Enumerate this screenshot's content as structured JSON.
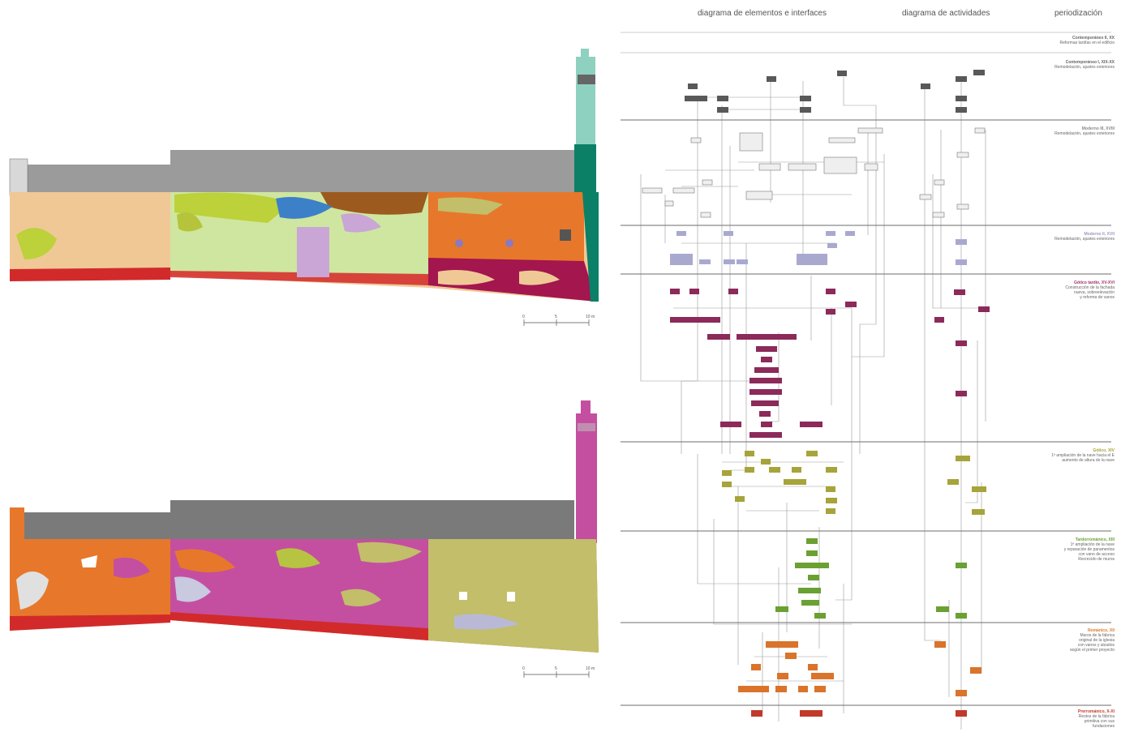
{
  "headers": {
    "elements": "diagrama de elementos e interfaces",
    "activities": "diagrama de actividades",
    "periods": "periodización"
  },
  "periods": [
    {
      "title": "Contemporáneo II, XX",
      "lines": [
        "Reformas tardías en el edificio"
      ],
      "color": "#666666"
    },
    {
      "title": "Contemporáneo I, XIX-XX",
      "lines": [
        "Remodelación, ajustes exteriores"
      ],
      "color": "#666666"
    },
    {
      "title": "Moderno III, XVIII",
      "lines": [
        "Remodelación, ajustes exteriores"
      ],
      "color": "#8a8a8a"
    },
    {
      "title": "Moderno II, XVII",
      "lines": [
        "Remodelación, ajustes exteriores"
      ],
      "color": "#9b9bc4"
    },
    {
      "title": "Gótico tardío, XV-XVI",
      "lines": [
        "Construcción de la fachada",
        "nueva, sobreelevación",
        "y reforma de vanos"
      ],
      "color": "#a0336b"
    },
    {
      "title": "Gótico, XIV",
      "lines": [
        "1ª ampliación de la nave hacia el E",
        "aumento de altura de la nave"
      ],
      "color": "#a6a43a"
    },
    {
      "title": "Tardorrománico, XIII",
      "lines": [
        "1ª ampliación de la nave",
        "y reparación de paramentos",
        "con vano de acceso",
        "Recrecido de muros"
      ],
      "color": "#6aa132"
    },
    {
      "title": "Románico, XII",
      "lines": [
        "Muros de la fábrica",
        "original de la iglesia",
        "con vanos y alzados",
        "según el primer proyecto"
      ],
      "color": "#e07a2a"
    },
    {
      "title": "Prerrománico, X-XI",
      "lines": [
        "Restos de la fábrica",
        "primitiva con sus",
        "fundaciones"
      ],
      "color": "#c43a2a"
    }
  ],
  "scale_labels": {
    "zero": "0",
    "mid": "5",
    "end": "10 m"
  },
  "palette": {
    "grey_roof": "#999999",
    "tower_teal": "#8fd1c0",
    "tower_dark": "#007d67",
    "tower_magenta": "#c44fa0",
    "orange": "#e7782b",
    "light_green": "#cfe6a0",
    "tan": "#f0c896",
    "red": "#d22a2a",
    "purple": "#a0336b",
    "olive": "#c2be6a",
    "lilac": "#c9a6d6"
  }
}
